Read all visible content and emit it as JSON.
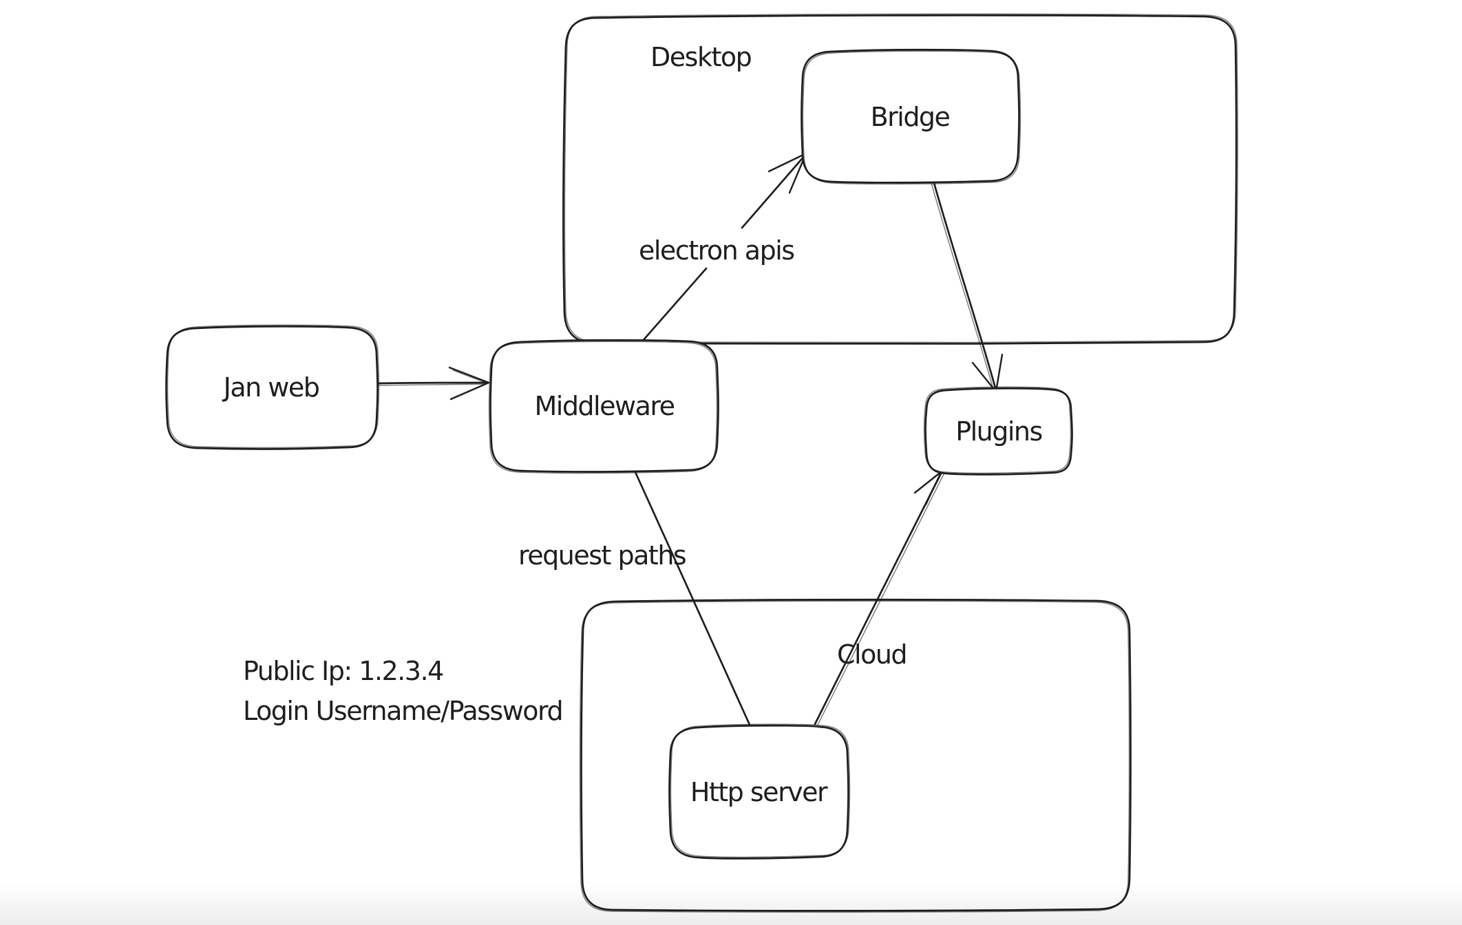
{
  "canvas": {
    "background": "#ffffff",
    "stroke_color": "#1e1e1e",
    "containers": [
      {
        "id": "desktop",
        "label": "Desktop"
      },
      {
        "id": "cloud",
        "label": "Cloud"
      }
    ],
    "nodes": [
      {
        "id": "jan-web",
        "label": "Jan web"
      },
      {
        "id": "middleware",
        "label": "Middleware"
      },
      {
        "id": "bridge",
        "label": "Bridge"
      },
      {
        "id": "plugins",
        "label": "Plugins"
      },
      {
        "id": "http-server",
        "label": "Http server"
      }
    ],
    "edges": [
      {
        "id": "jan-web-to-middleware",
        "from": "Jan web",
        "to": "Middleware"
      },
      {
        "id": "middleware-to-bridge",
        "from": "Middleware",
        "to": "Bridge",
        "label": "electron apis"
      },
      {
        "id": "bridge-to-plugins",
        "from": "Bridge",
        "to": "Plugins"
      },
      {
        "id": "middleware-to-http-server",
        "from": "Middleware",
        "to": "Http server",
        "label": "request paths"
      },
      {
        "id": "http-server-to-plugins",
        "from": "Http server",
        "to": "Plugins"
      }
    ],
    "note": {
      "line1": "Public Ip: 1.2.3.4",
      "line2": "Login Username/Password"
    }
  }
}
